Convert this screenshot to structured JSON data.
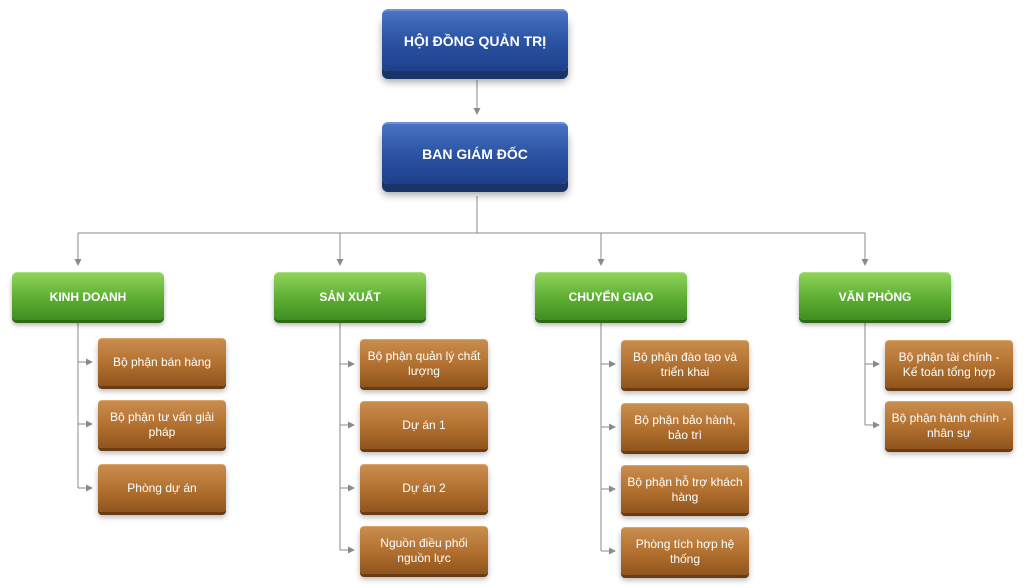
{
  "board": "HỘI ĐỒNG QUẢN TRỊ",
  "management": "BAN GIÁM ĐỐC",
  "departments": [
    {
      "name": "KINH DOANH",
      "units": [
        "Bộ phận bán hàng",
        "Bộ phận tư vấn giải pháp",
        "Phòng dự án"
      ]
    },
    {
      "name": "SẢN XUẤT",
      "units": [
        "Bộ phận quản lý chất lượng",
        "Dự án 1",
        "Dự án 2",
        "Nguồn điều phối nguồn lực"
      ]
    },
    {
      "name": "CHUYỂN GIAO",
      "units": [
        "Bộ phận đào tạo và triển khai",
        "Bộ phận bảo hành, bảo trì",
        "Bộ phận hỗ trợ khách hàng",
        "Phòng tích hợp hệ thống"
      ]
    },
    {
      "name": "VĂN PHÒNG",
      "units": [
        "Bộ phận tài chính - Kế toán tổng hợp",
        "Bộ phận hành chính - nhân sự"
      ]
    }
  ],
  "colors": {
    "executive": "#2d56a6",
    "department": "#5cad32",
    "unit": "#b06f2e",
    "connector": "#8a8a8a"
  }
}
